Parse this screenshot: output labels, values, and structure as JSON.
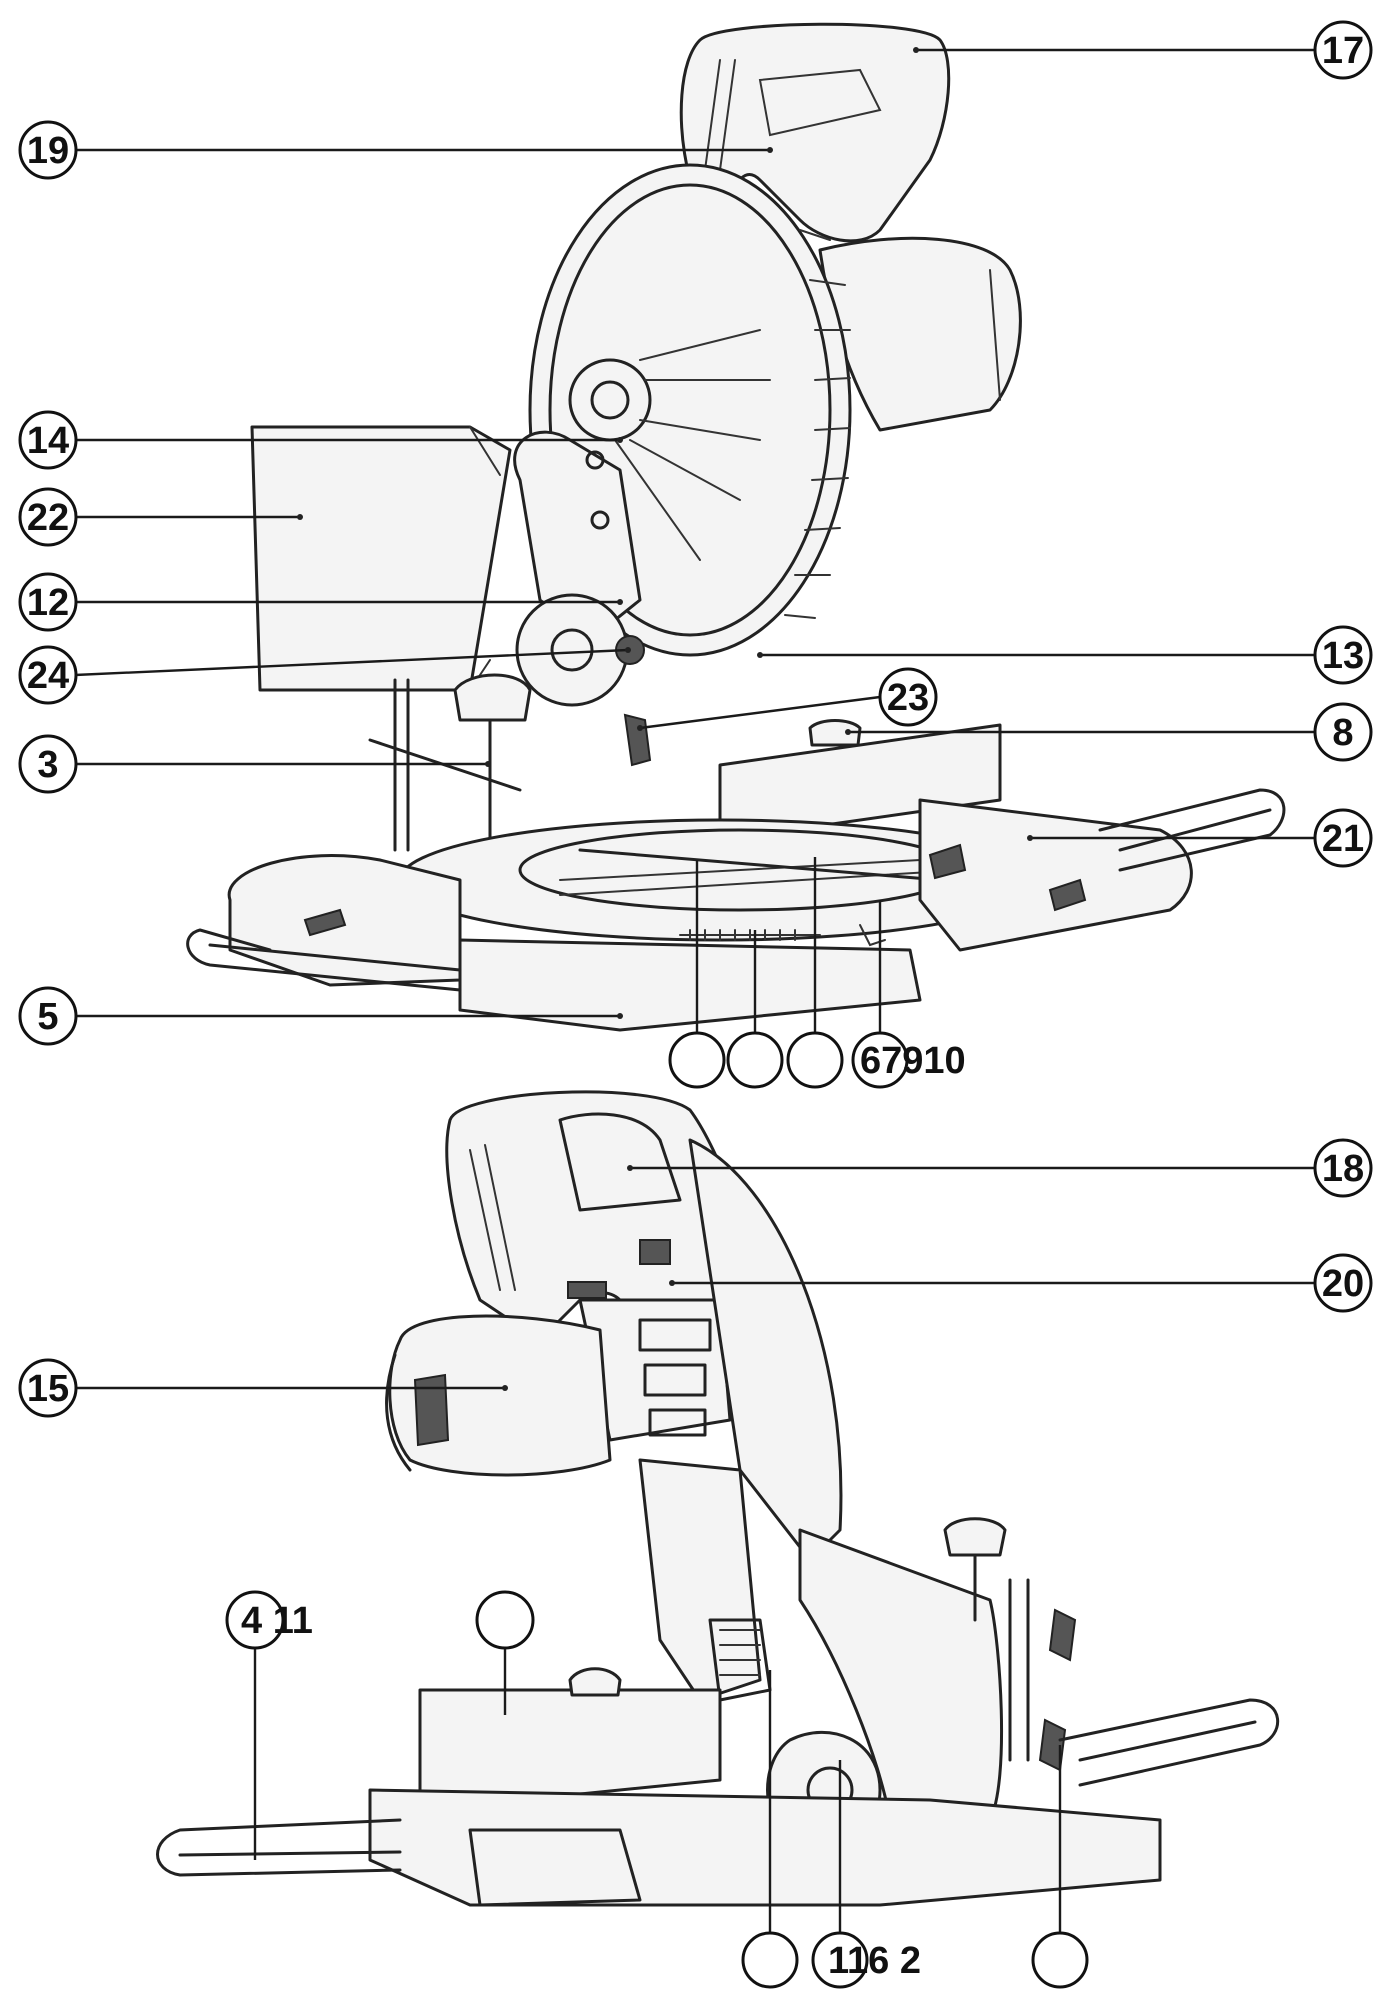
{
  "callouts_top": {
    "c17": "17",
    "c19": "19",
    "c14": "14",
    "c22": "22",
    "c12": "12",
    "c24": "24",
    "c13": "13",
    "c23": "23",
    "c8": "8",
    "c3": "3",
    "c21": "21",
    "c5": "5",
    "row_6_7_9_10": "67910"
  },
  "callouts_bottom": {
    "c18": "18",
    "c20": "20",
    "c15": "15",
    "row_4_11": "4 11",
    "row_1_16_2": "116 2"
  }
}
